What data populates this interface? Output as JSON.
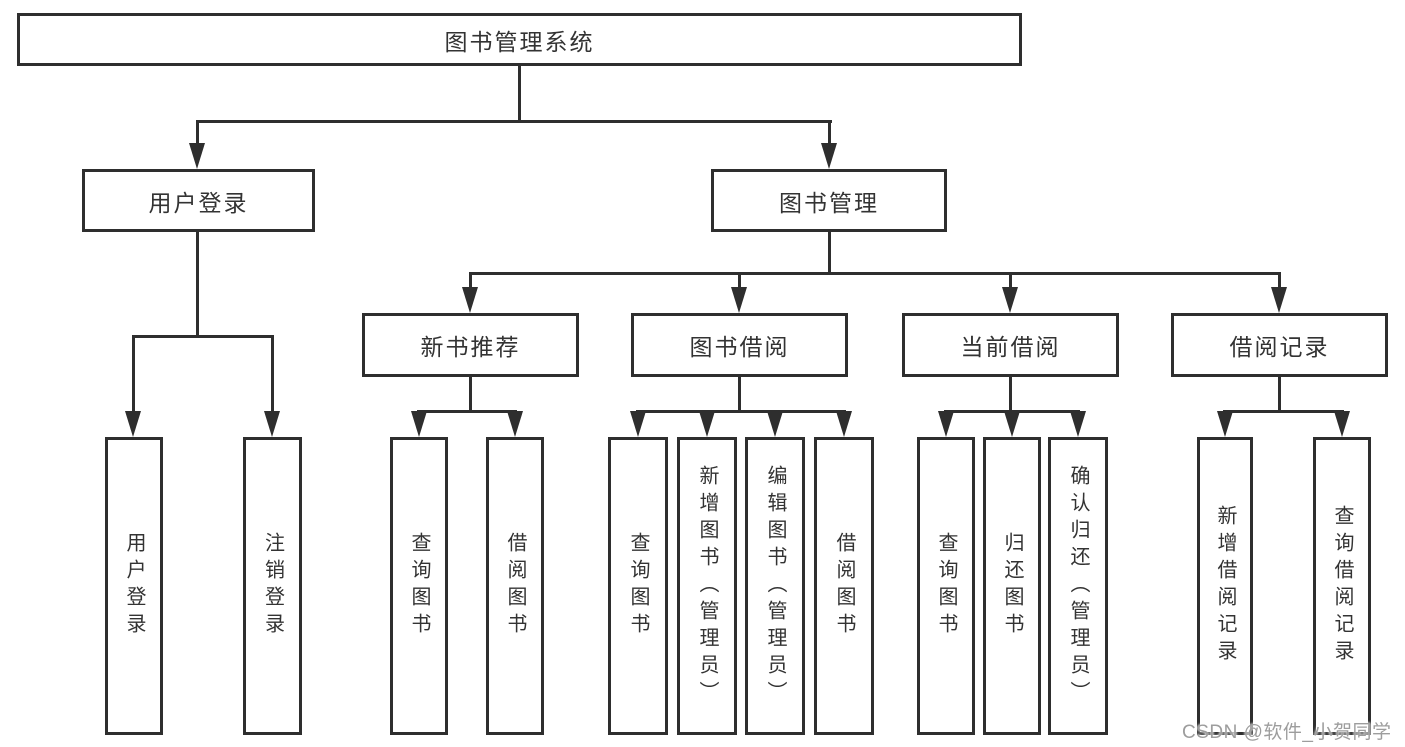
{
  "nodes": {
    "root": {
      "label": "图书管理系统"
    },
    "user_login": {
      "label": "用户登录"
    },
    "book_mgmt": {
      "label": "图书管理"
    },
    "new_book_rec": {
      "label": "新书推荐"
    },
    "book_borrow": {
      "label": "图书借阅"
    },
    "current_borrow": {
      "label": "当前借阅"
    },
    "borrow_record": {
      "label": "借阅记录"
    },
    "leaf_user_login": {
      "label": "用户登录"
    },
    "leaf_logout": {
      "label": "注销登录"
    },
    "leaf_query_book_a": {
      "label": "查询图书"
    },
    "leaf_borrow_book_a": {
      "label": "借阅图书"
    },
    "leaf_query_book_b": {
      "label": "查询图书"
    },
    "leaf_add_book": {
      "label": "新增图书（管理员）"
    },
    "leaf_edit_book": {
      "label": "编辑图书（管理员）"
    },
    "leaf_borrow_book_b": {
      "label": "借阅图书"
    },
    "leaf_query_book_c": {
      "label": "查询图书"
    },
    "leaf_return_book": {
      "label": "归还图书"
    },
    "leaf_confirm_return": {
      "label": "确认归还（管理员）"
    },
    "leaf_add_borrow_rec": {
      "label": "新增借阅记录"
    },
    "leaf_query_borrow_rec": {
      "label": "查询借阅记录"
    }
  },
  "watermark": {
    "text": "CSDN @软件_小贺同学"
  },
  "colors": {
    "line": "#2e2e2e",
    "text": "#333333",
    "watermark": "#9d9d9d",
    "background": "#ffffff"
  }
}
